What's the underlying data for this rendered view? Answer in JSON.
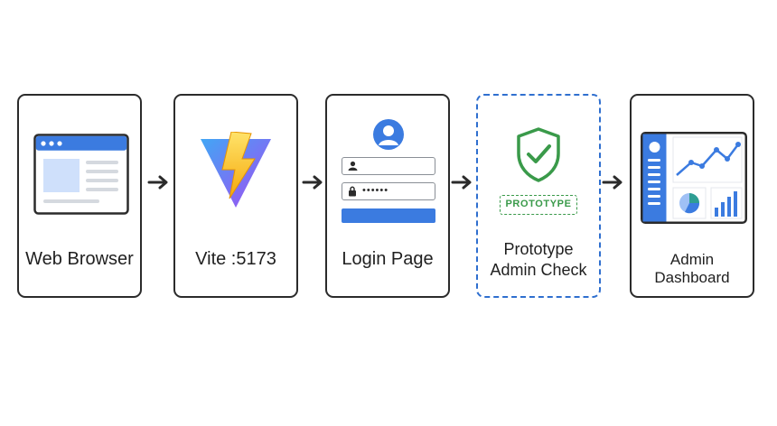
{
  "steps": [
    {
      "id": "browser",
      "label": "Web Browser",
      "icon": "browser-window-icon"
    },
    {
      "id": "vite",
      "label": "Vite :5173",
      "icon": "vite-logo-icon"
    },
    {
      "id": "login",
      "label": "Login Page",
      "icon": "login-form-icon"
    },
    {
      "id": "admin-check",
      "label_line1": "Prototype",
      "label_line2": "Admin Check",
      "badge": "PROTOTYPE",
      "icon": "shield-check-icon"
    },
    {
      "id": "dashboard",
      "label": "Admin Dashboard",
      "icon": "dashboard-icon"
    }
  ],
  "login_form": {
    "password_mask": "••••••"
  },
  "colors": {
    "blue": "#3b7be0",
    "green": "#3a9a4a",
    "border": "#2b2b2b",
    "dashed_border": "#2f6fcf",
    "vite_purple": "#7b5cf0",
    "vite_yellow": "#f7c21c"
  }
}
